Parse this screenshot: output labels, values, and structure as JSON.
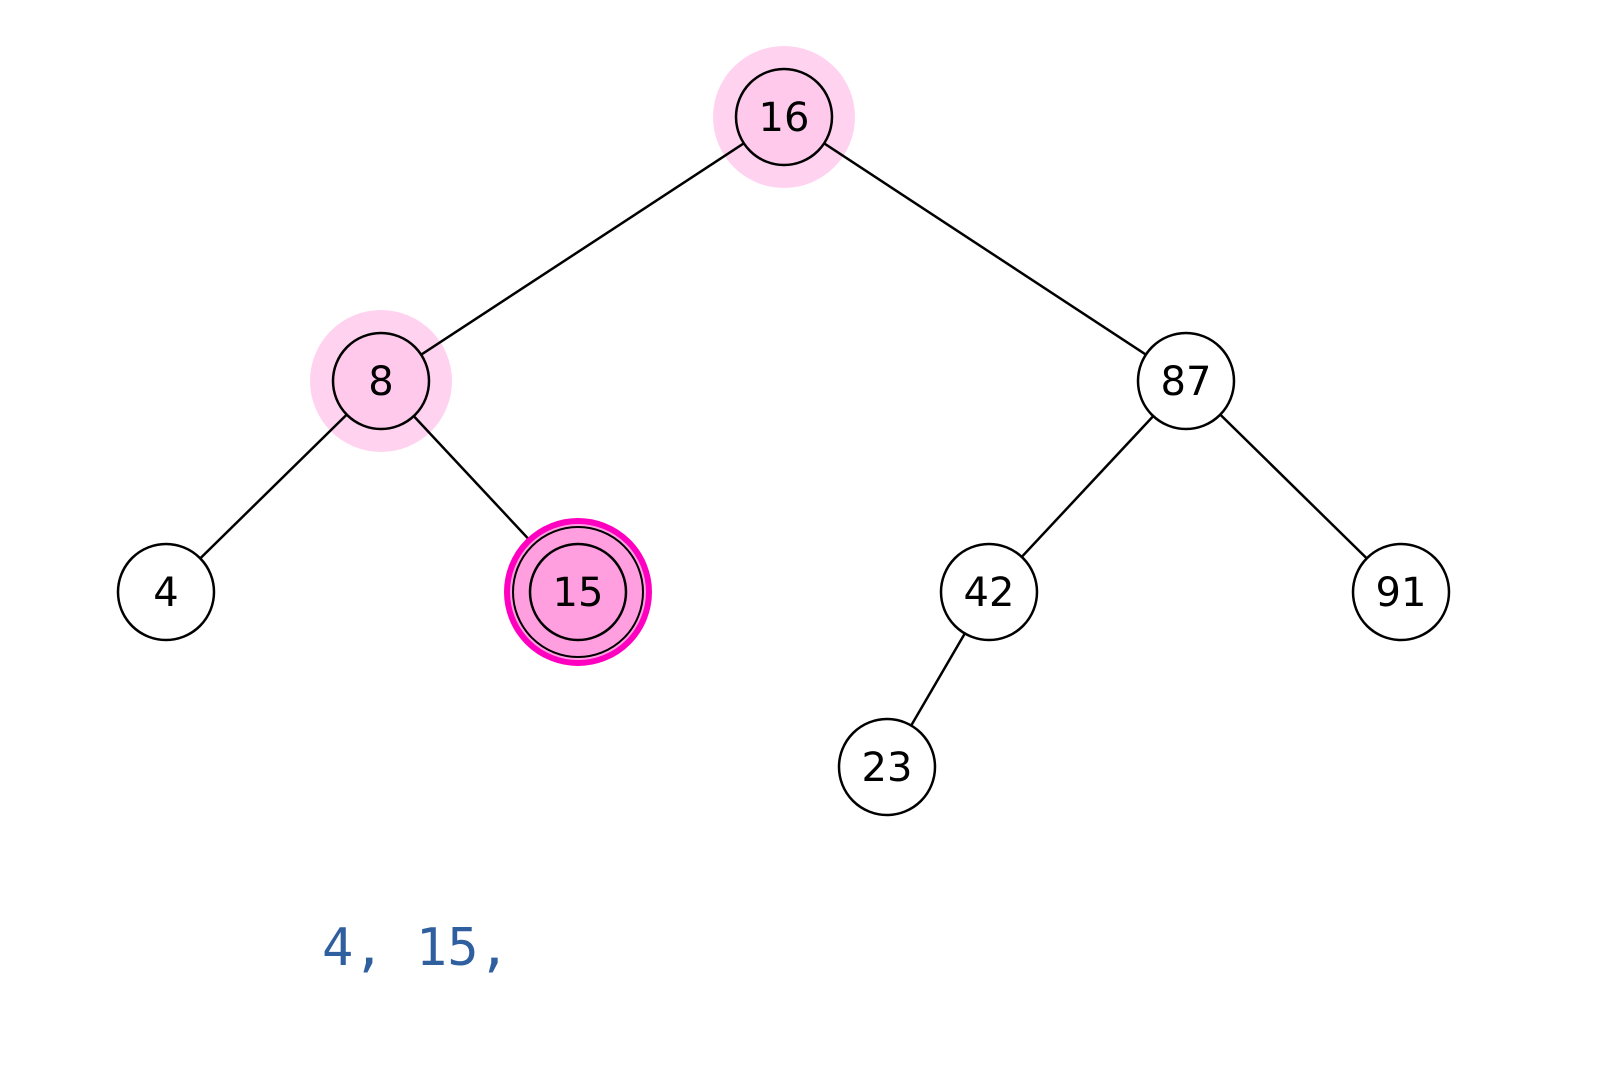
{
  "tree": {
    "nodes": [
      {
        "id": "n16",
        "label": "16",
        "state": "on-path"
      },
      {
        "id": "n8",
        "label": "8",
        "state": "on-path"
      },
      {
        "id": "n87",
        "label": "87",
        "state": "normal"
      },
      {
        "id": "n4",
        "label": "4",
        "state": "normal"
      },
      {
        "id": "n15",
        "label": "15",
        "state": "current"
      },
      {
        "id": "n42",
        "label": "42",
        "state": "normal"
      },
      {
        "id": "n91",
        "label": "91",
        "state": "normal"
      },
      {
        "id": "n23",
        "label": "23",
        "state": "normal"
      }
    ],
    "edges": [
      [
        "n16",
        "n8"
      ],
      [
        "n16",
        "n87"
      ],
      [
        "n8",
        "n4"
      ],
      [
        "n8",
        "n15"
      ],
      [
        "n87",
        "n42"
      ],
      [
        "n87",
        "n91"
      ],
      [
        "n42",
        "n23"
      ]
    ]
  },
  "colors": {
    "path_halo": "#ffd3f0",
    "path_fill": "#ffc9ec",
    "current_fill": "#ff9fe0",
    "current_ring": "#ff00c0",
    "normal_fill": "#ffffff",
    "output_text": "#2f5f9e"
  },
  "output": {
    "text": "4, 15,"
  }
}
